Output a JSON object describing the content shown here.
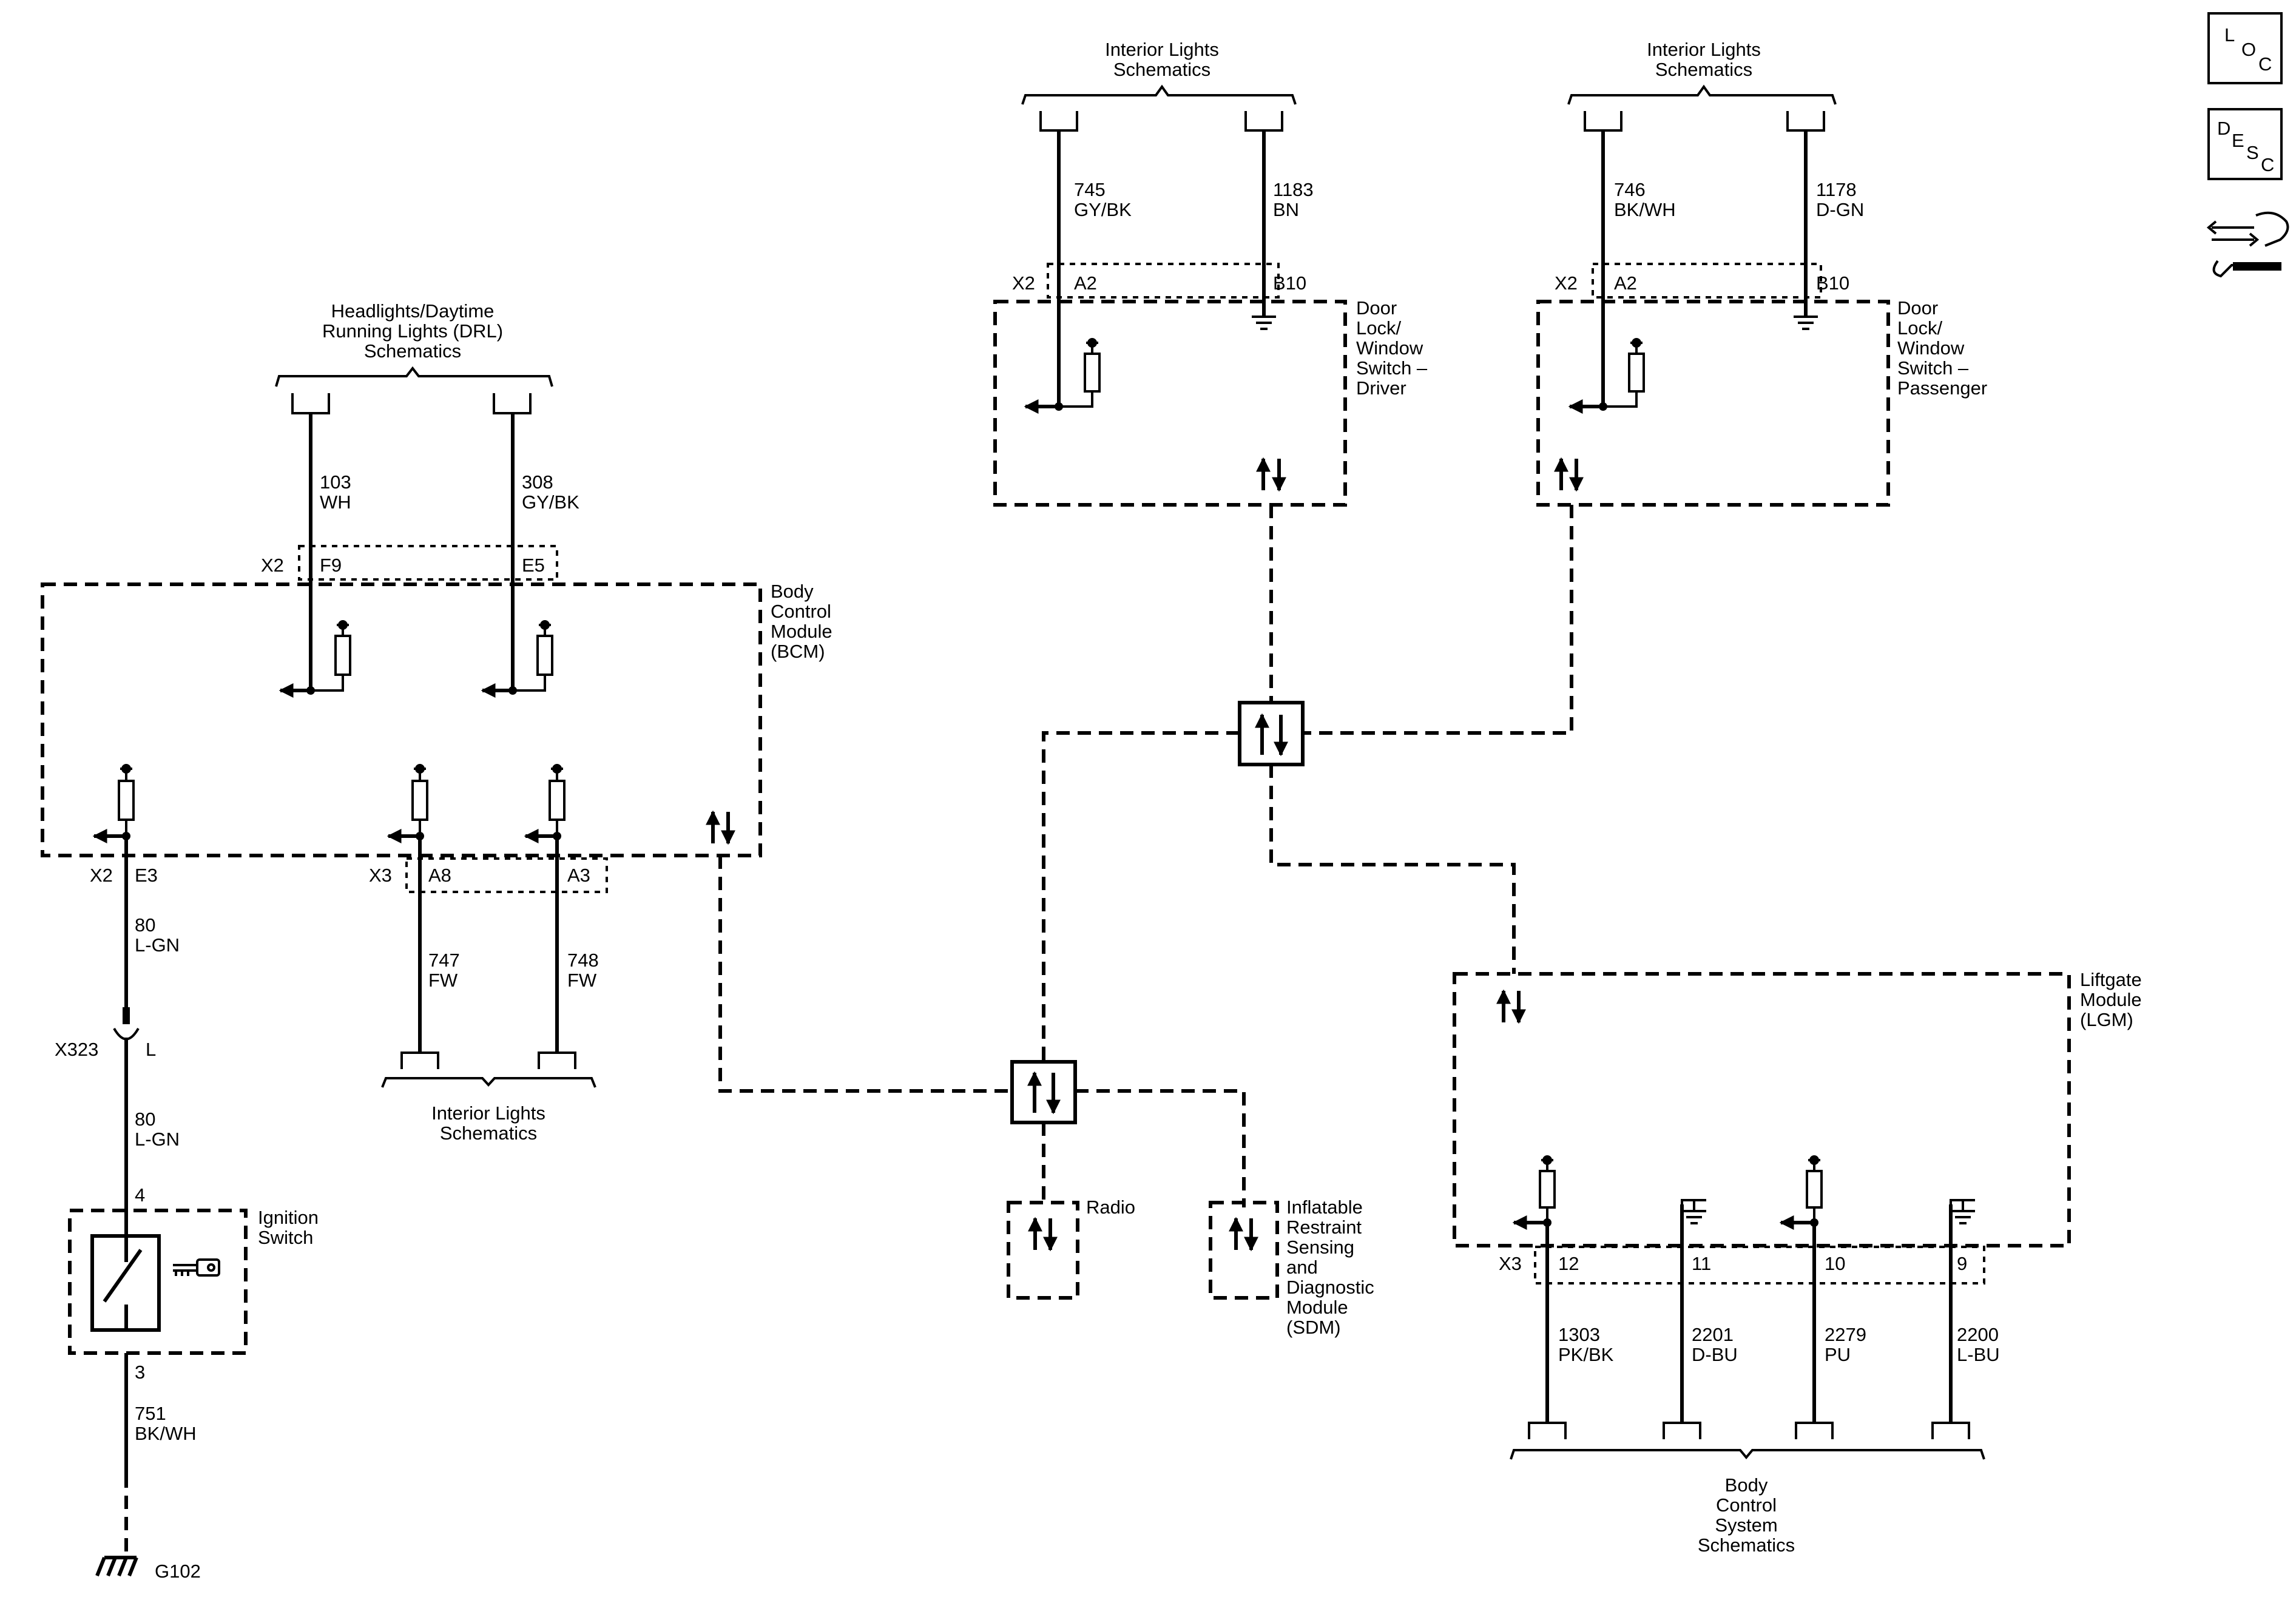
{
  "side_icons": {
    "loc": [
      "L",
      "O",
      "C"
    ],
    "desc": [
      "D",
      "E",
      "S",
      "C"
    ]
  },
  "drl_group": {
    "schematic": [
      "Headlights/Daytime",
      "Running Lights (DRL)",
      "Schematics"
    ],
    "wire1": {
      "circuit": "103",
      "color": "WH"
    },
    "wire2": {
      "circuit": "308",
      "color": "GY/BK"
    },
    "connector": "X2",
    "pin1": "F9",
    "pin2": "E5"
  },
  "bcm": {
    "label": [
      "Body",
      "Control",
      "Module",
      "(BCM)"
    ],
    "e3_connector": "X2",
    "e3_pin": "E3",
    "a_connector": "X3",
    "a8_pin": "A8",
    "a3_pin": "A3"
  },
  "ignition_circuit": {
    "wire_top": {
      "circuit": "80",
      "color": "L-GN"
    },
    "inline_connector": "X323",
    "inline_pin": "L",
    "wire_mid": {
      "circuit": "80",
      "color": "L-GN"
    },
    "pin_in": "4",
    "switch_label": [
      "Ignition",
      "Switch"
    ],
    "pin_out": "3",
    "wire_bottom": {
      "circuit": "751",
      "color": "BK/WH"
    },
    "ground": "G102"
  },
  "bcm_outputs": {
    "wire_a8": {
      "circuit": "747",
      "color": "FW"
    },
    "wire_a3": {
      "circuit": "748",
      "color": "FW"
    },
    "schematic": [
      "Interior Lights",
      "Schematics"
    ]
  },
  "driver_switch": {
    "schematic": [
      "Interior Lights",
      "Schematics"
    ],
    "wire1": {
      "circuit": "745",
      "color": "GY/BK"
    },
    "wire2": {
      "circuit": "1183",
      "color": "BN"
    },
    "connector": "X2",
    "pin1": "A2",
    "pin2": "B10",
    "label": [
      "Door",
      "Lock/",
      "Window",
      "Switch –",
      "Driver"
    ]
  },
  "passenger_switch": {
    "schematic": [
      "Interior Lights",
      "Schematics"
    ],
    "wire1": {
      "circuit": "746",
      "color": "BK/WH"
    },
    "wire2": {
      "circuit": "1178",
      "color": "D-GN"
    },
    "connector": "X2",
    "pin1": "A2",
    "pin2": "B10",
    "label": [
      "Door",
      "Lock/",
      "Window",
      "Switch –",
      "Passenger"
    ]
  },
  "network_modules": {
    "radio": "Radio",
    "sdm": [
      "Inflatable",
      "Restraint",
      "Sensing",
      "and",
      "Diagnostic",
      "Module",
      "(SDM)"
    ]
  },
  "lgm": {
    "label": [
      "Liftgate",
      "Module",
      "(LGM)"
    ],
    "connector": "X3",
    "pins": [
      "12",
      "11",
      "10",
      "9"
    ],
    "wires": [
      {
        "circuit": "1303",
        "color": "PK/BK"
      },
      {
        "circuit": "2201",
        "color": "D-BU"
      },
      {
        "circuit": "2279",
        "color": "PU"
      },
      {
        "circuit": "2200",
        "color": "L-BU"
      }
    ],
    "schematic": [
      "Body",
      "Control",
      "System",
      "Schematics"
    ]
  }
}
